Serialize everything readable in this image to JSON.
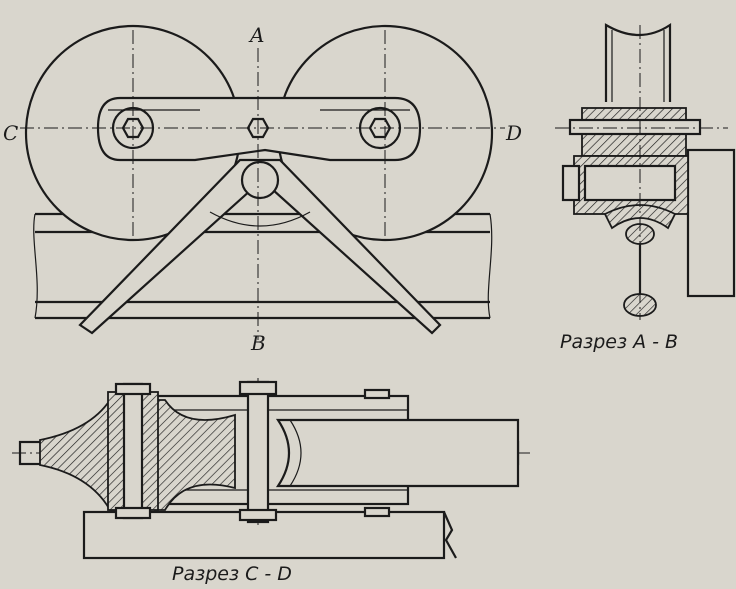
{
  "labels": {
    "a": "A",
    "b": "B",
    "c": "C",
    "d": "D"
  },
  "captions": {
    "section_ab": "Разрез  А - В",
    "section_cd": "Разрез  С - D"
  },
  "colors": {
    "paper": "#d9d6cd",
    "ink": "#1b1b1b"
  }
}
